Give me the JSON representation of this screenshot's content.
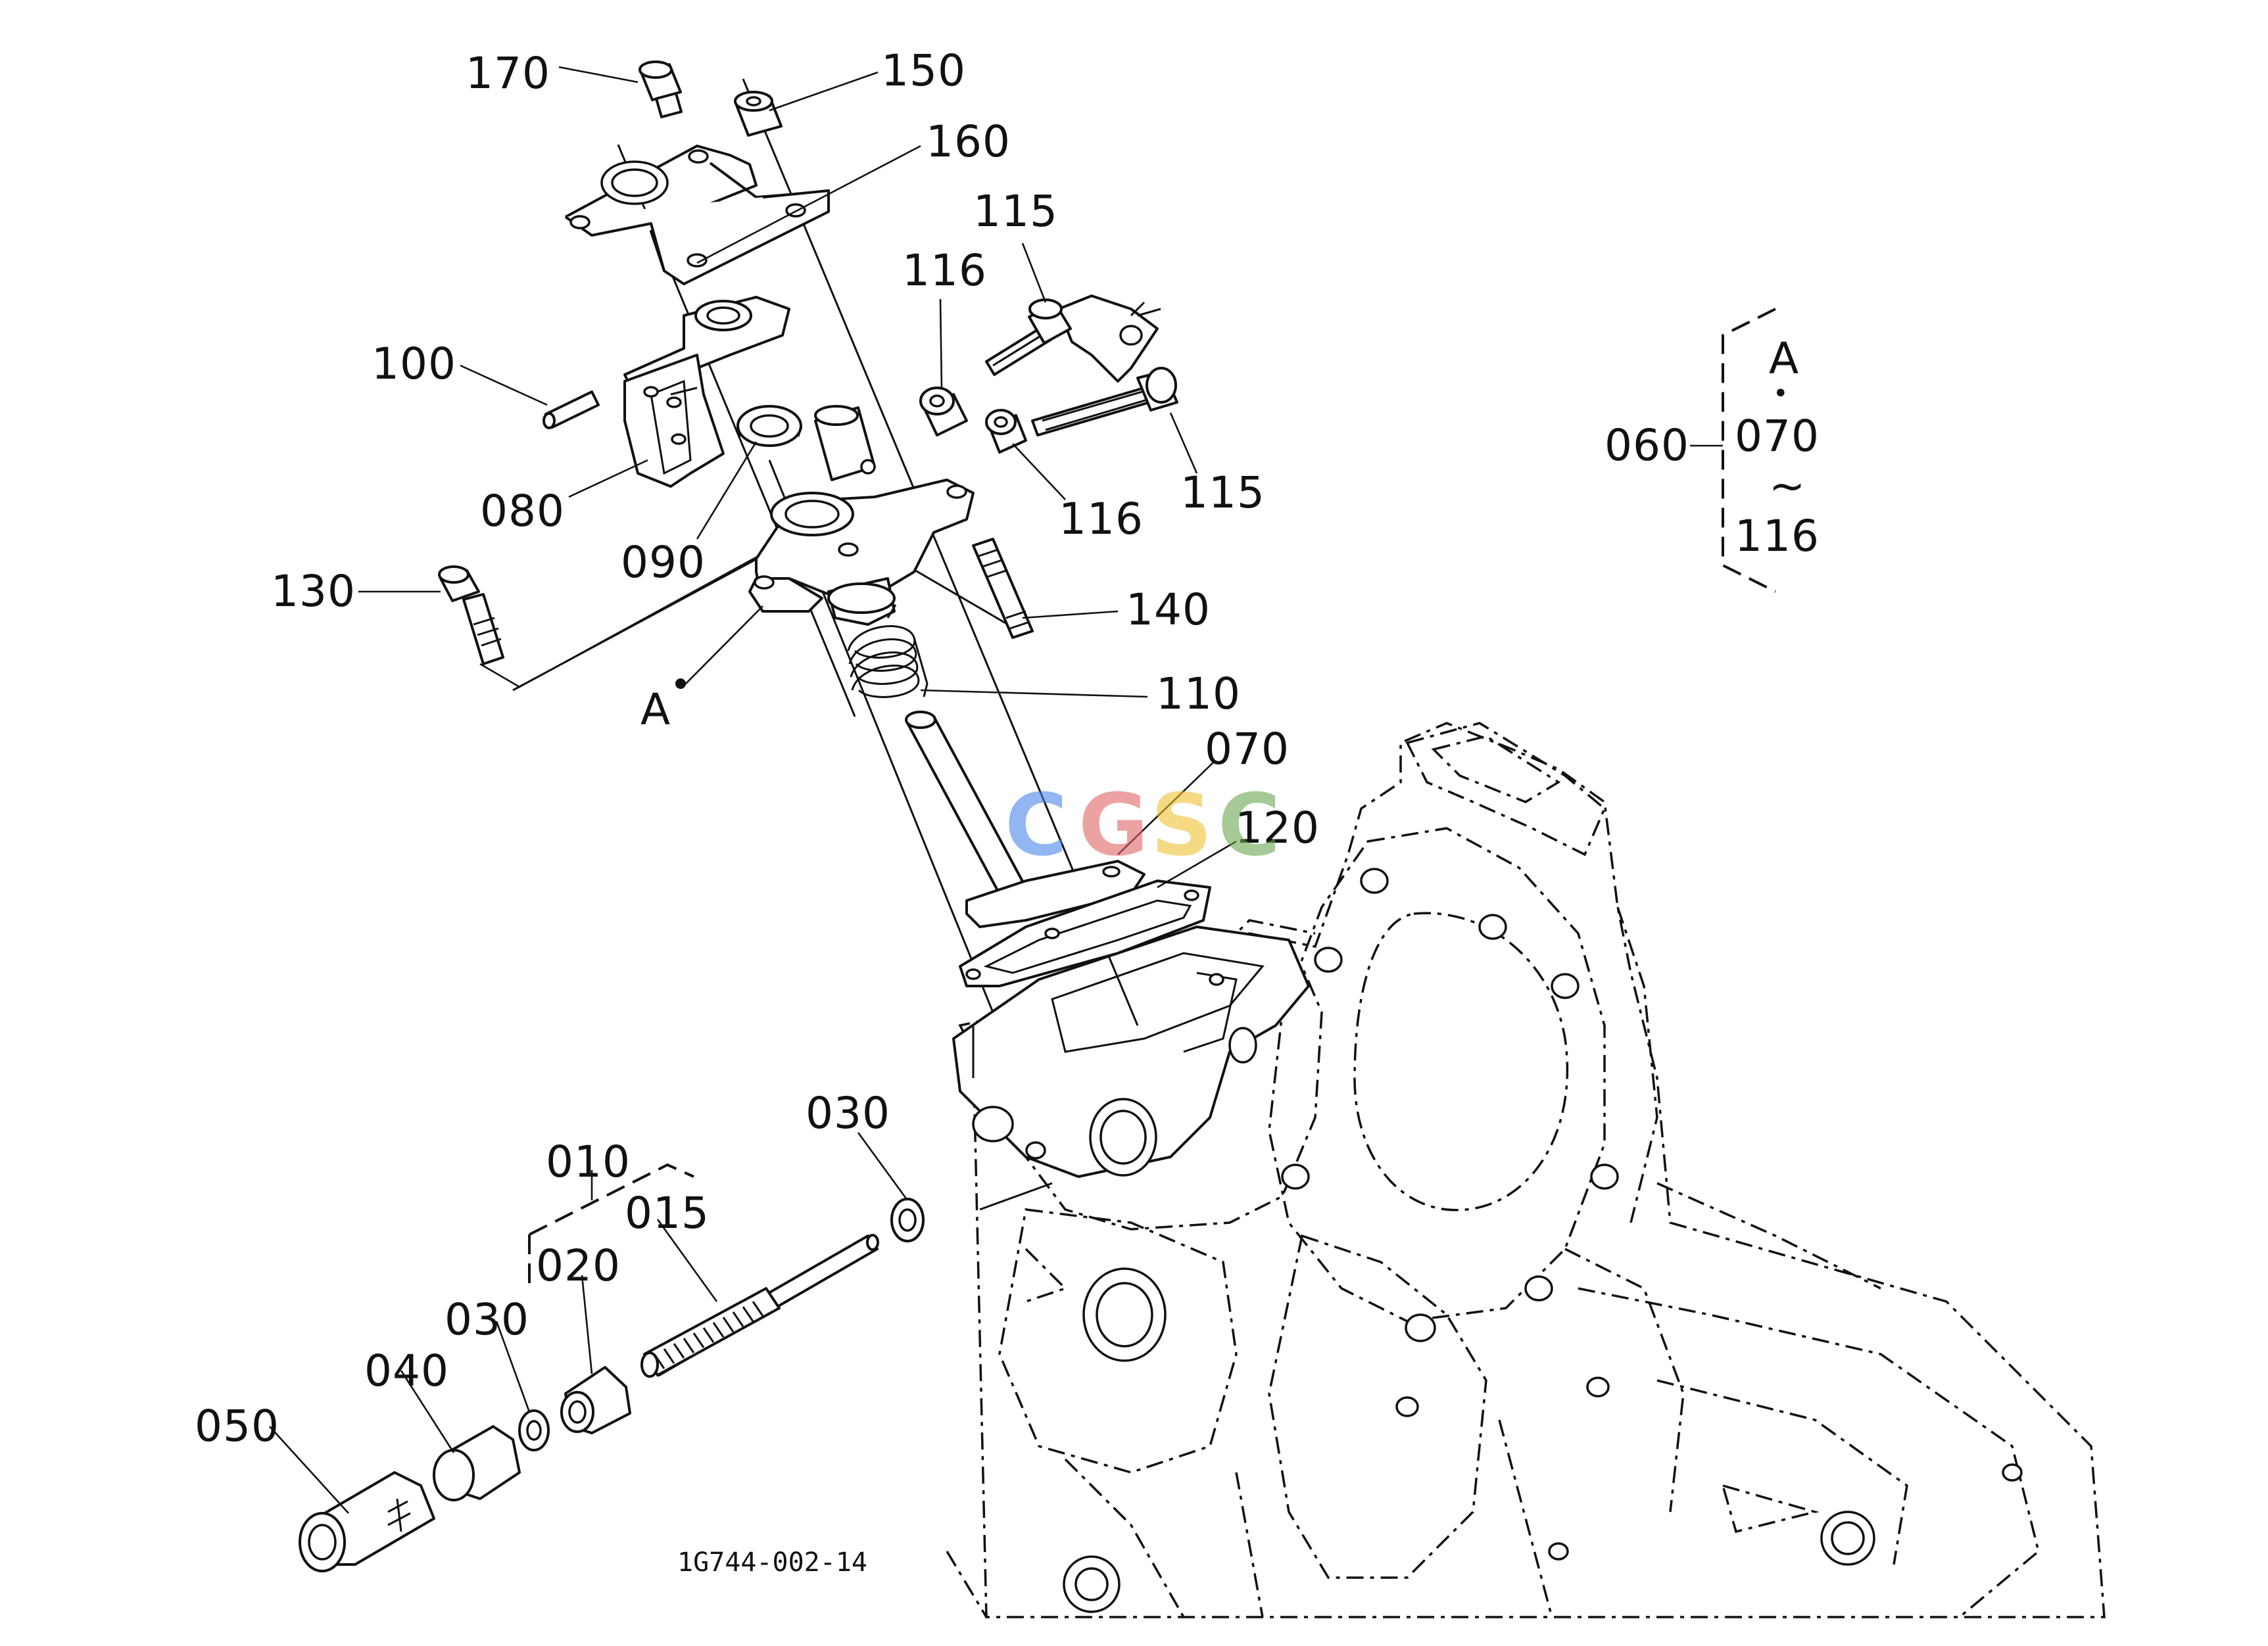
{
  "diagram": {
    "drawing_code": "1G744-002-14",
    "watermark": [
      "C",
      "G",
      "S",
      "C"
    ],
    "watermark_colors": [
      "#4a86e8",
      "#e06666",
      "#f1c232",
      "#6aa84f"
    ],
    "part_labels": {
      "p170": "170",
      "p150": "150",
      "p160": "160",
      "p115a": "115",
      "p116a": "116",
      "p100": "100",
      "p080": "080",
      "p090": "090",
      "p116b": "116",
      "p115b": "115",
      "p130": "130",
      "p140": "140",
      "pA": "A",
      "p110": "110",
      "p070": "070",
      "p120": "120",
      "p030a": "030",
      "p010": "010",
      "p015": "015",
      "p020": "020",
      "p030b": "030",
      "p040": "040",
      "p050": "050"
    },
    "legend": {
      "ref": "060",
      "top": "A",
      "dot": "•",
      "from": "070",
      "tilde": "~",
      "to": "116"
    }
  }
}
